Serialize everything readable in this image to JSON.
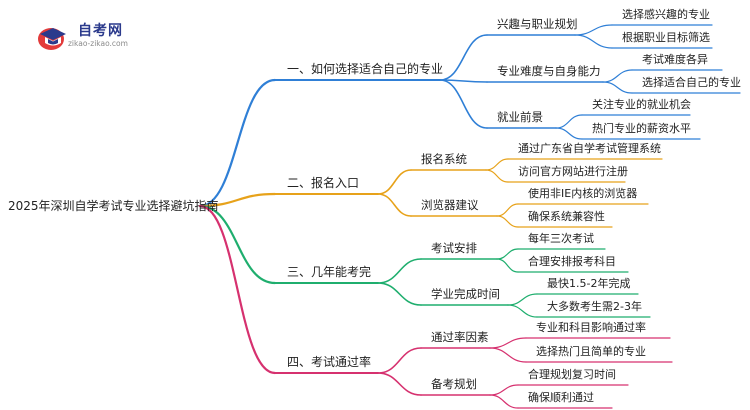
{
  "logo": {
    "title": "自考网",
    "subtitle": "zikao-zikao.com"
  },
  "colors": {
    "branch1": "#2f7fd6",
    "branch2": "#e7a21a",
    "branch3": "#1fae6e",
    "branch4": "#d6316f"
  },
  "mindmap": {
    "root": "2025年深圳自学考试专业选择避坑指南",
    "branches": [
      {
        "label": "一、如何选择适合自己的专业",
        "children": [
          {
            "label": "兴趣与职业规划",
            "leaves": [
              "选择感兴趣的专业",
              "根据职业目标筛选"
            ]
          },
          {
            "label": "专业难度与自身能力",
            "leaves": [
              "考试难度各异",
              "选择适合自己的专业"
            ]
          },
          {
            "label": "就业前景",
            "leaves": [
              "关注专业的就业机会",
              "热门专业的薪资水平"
            ]
          }
        ]
      },
      {
        "label": "二、报名入口",
        "children": [
          {
            "label": "报名系统",
            "leaves": [
              "通过广东省自学考试管理系统",
              "访问官方网站进行注册"
            ]
          },
          {
            "label": "浏览器建议",
            "leaves": [
              "使用非IE内核的浏览器",
              "确保系统兼容性"
            ]
          }
        ]
      },
      {
        "label": "三、几年能考完",
        "children": [
          {
            "label": "考试安排",
            "leaves": [
              "每年三次考试",
              "合理安排报考科目"
            ]
          },
          {
            "label": "学业完成时间",
            "leaves": [
              "最快1.5-2年完成",
              "大多数考生需2-3年"
            ]
          }
        ]
      },
      {
        "label": "四、考试通过率",
        "children": [
          {
            "label": "通过率因素",
            "leaves": [
              "专业和科目影响通过率",
              "选择热门且简单的专业"
            ]
          },
          {
            "label": "备考规划",
            "leaves": [
              "合理规划复习时间",
              "确保顺利通过"
            ]
          }
        ]
      }
    ]
  }
}
